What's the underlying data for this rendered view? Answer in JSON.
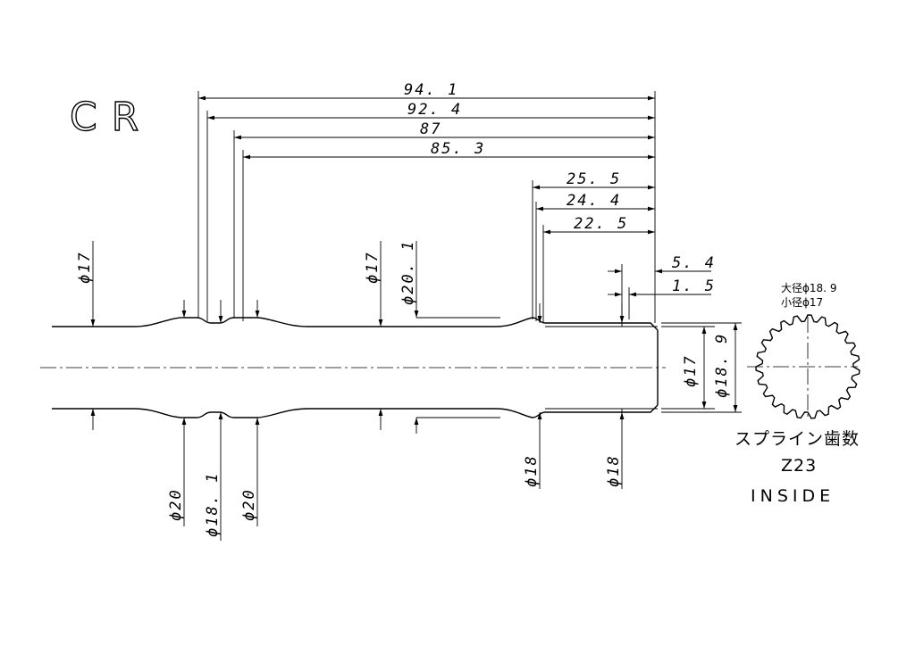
{
  "title": "CR",
  "lengths": [
    "94. 1",
    "92. 4",
    "87",
    "85. 3",
    "25. 5",
    "24. 4",
    "22. 5",
    "5. 4",
    "1. 5"
  ],
  "top_diameters": [
    "ϕ17",
    "ϕ17",
    "ϕ20. 1"
  ],
  "bottom_diameters": [
    "ϕ20",
    "ϕ18. 1",
    "ϕ20",
    "ϕ18",
    "ϕ18"
  ],
  "end_diameters": [
    "ϕ17",
    "ϕ18. 9"
  ],
  "spline": {
    "major": "大径ϕ18. 9",
    "minor": "小径ϕ17",
    "label": "スプライン歯数",
    "teeth": "Z23",
    "type": "INSIDE"
  }
}
